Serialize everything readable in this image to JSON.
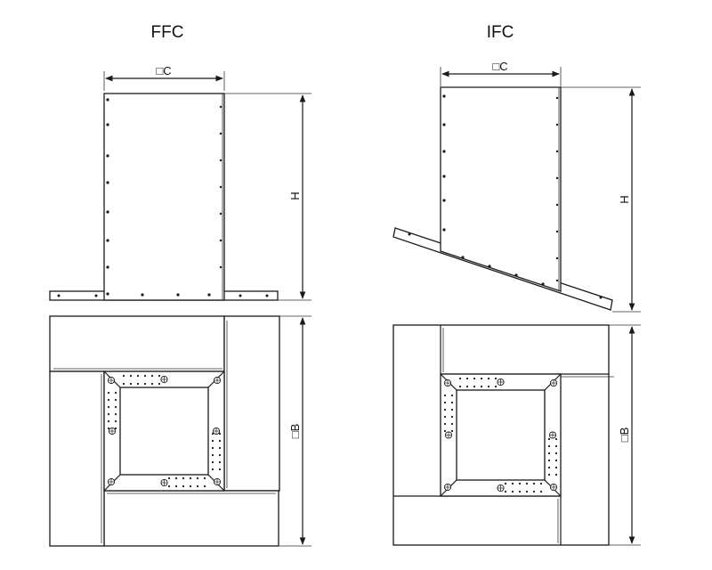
{
  "diagrams": {
    "ffc": {
      "title": "FFC",
      "dim_width": "□C",
      "dim_height": "H",
      "dim_base": "□B"
    },
    "ifc": {
      "title": "IFC",
      "dim_width": "□C",
      "dim_height": "H",
      "dim_base": "□B"
    }
  }
}
